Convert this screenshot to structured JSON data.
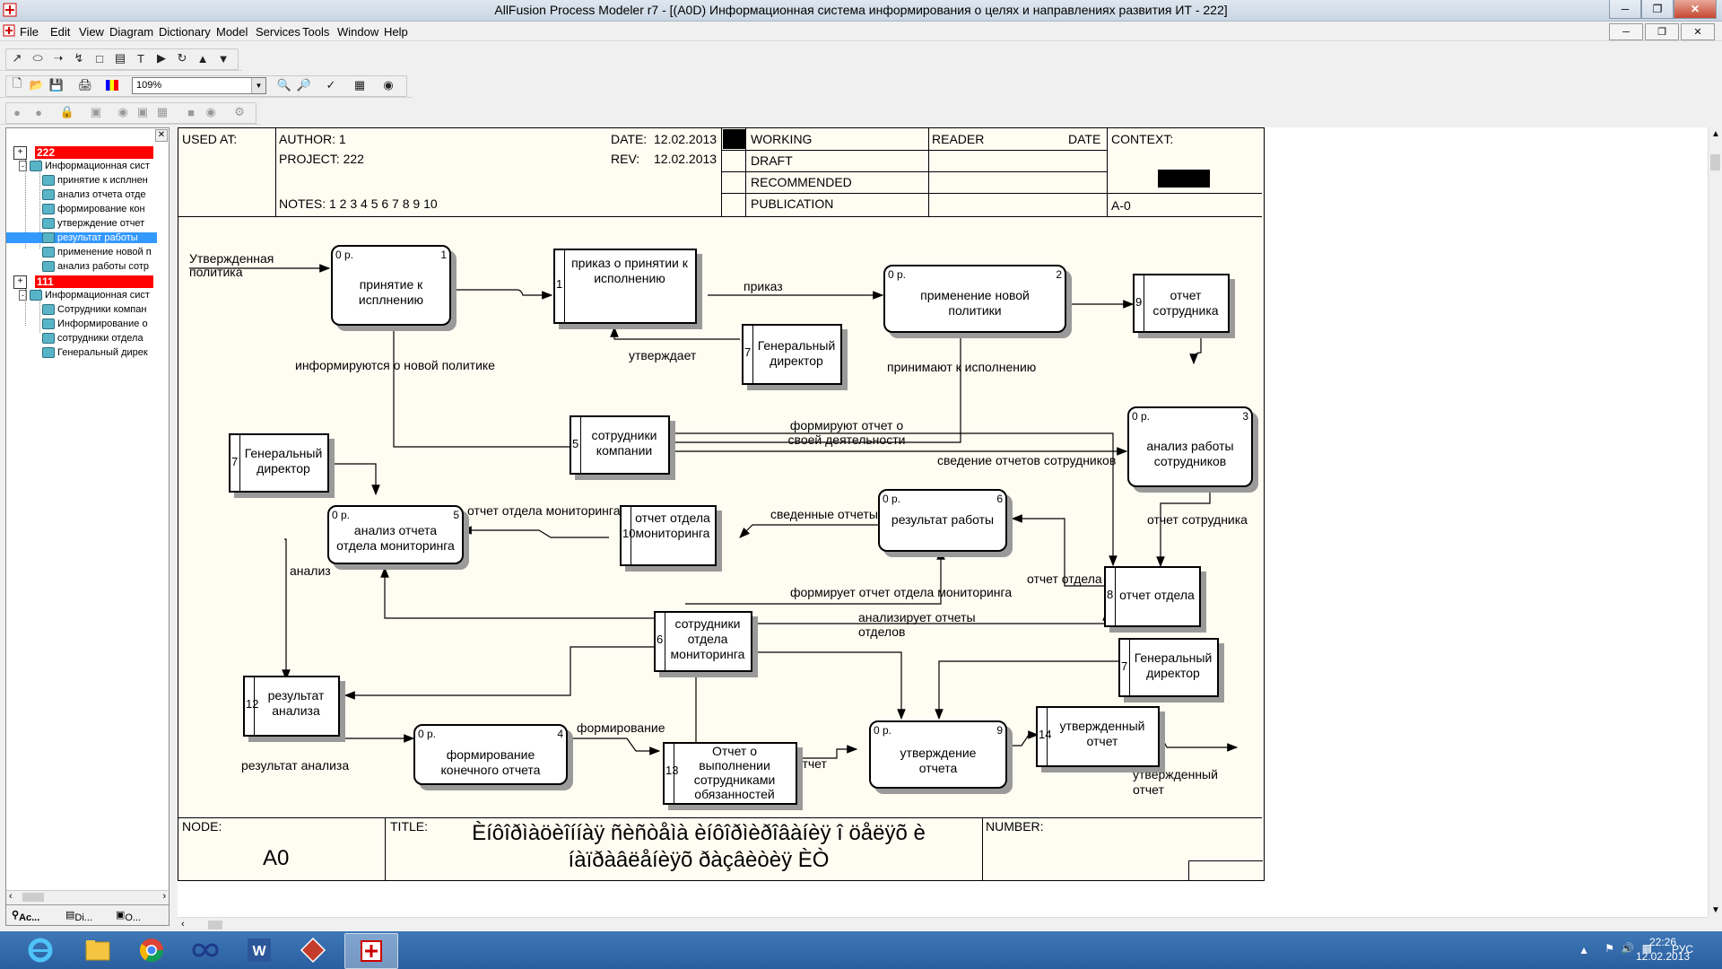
{
  "window": {
    "title": "AllFusion Process Modeler r7 - [(A0D) Информационная система информирования  о целях и направлениях развития ИТ  - 222]"
  },
  "menu": [
    "File",
    "Edit",
    "View",
    "Diagram",
    "Dictionary",
    "Model",
    "Services",
    "Tools",
    "Window",
    "Help"
  ],
  "toolbar": {
    "zoom_value": "109%"
  },
  "tree": {
    "roots": [
      {
        "label": "222",
        "children": [
          "Информационная сист",
          "принятие к исплнен",
          "анализ отчета  отде",
          "формирование  кон",
          "утверждение  отчет",
          "результат работы",
          "применение новой п",
          "анализ работы сотр"
        ]
      },
      {
        "label": "111",
        "children": [
          "Информационная сист",
          "Сотрудники компан",
          "Информирование о",
          "сотрудники отдела",
          "Генеральный дирек"
        ]
      }
    ],
    "selected": "результат работы",
    "tabs": [
      "Ac...",
      "Di...",
      "O..."
    ]
  },
  "header": {
    "used_at": "USED AT:",
    "author": "AUTHOR:  1",
    "project": "PROJECT:  222",
    "date_label": "DATE:",
    "date_value": "12.02.2013",
    "rev_label": "REV:",
    "rev_value": "12.02.2013",
    "notes": "NOTES:  1  2  3  4  5  6  7  8  9  10",
    "working": "WORKING",
    "draft": "DRAFT",
    "recommended": "RECOMMENDED",
    "publication": "PUBLICATION",
    "reader": "READER",
    "date2": "DATE",
    "context": "CONTEXT:",
    "context_id": "A-0"
  },
  "footer": {
    "node_label": "NODE:",
    "node_value": "A0",
    "title_label": "TITLE:",
    "title_line1": "Èíôîðìàöèîííàÿ ñèñòåìà èíôîðìèðîâàíèÿ  î öåëÿõ è",
    "title_line2": "íàïðàâëåíèÿõ ðàçâèòèÿ ÈÒ",
    "number_label": "NUMBER:"
  },
  "processes": [
    {
      "id": "p1",
      "cost": "0 р.",
      "num": "1",
      "label": "принятие к исплнению"
    },
    {
      "id": "p2",
      "cost": "0 р.",
      "num": "2",
      "label": "применение новой политики"
    },
    {
      "id": "p3",
      "cost": "0 р.",
      "num": "3",
      "label": "анализ работы сотрудников"
    },
    {
      "id": "p5",
      "cost": "0 р.",
      "num": "5",
      "label": "анализ отчета отдела мониторинга"
    },
    {
      "id": "p6",
      "cost": "0 р.",
      "num": "6",
      "label": "результат работы"
    },
    {
      "id": "p4",
      "cost": "0 р.",
      "num": "4",
      "label": "формирование конечного отчета"
    },
    {
      "id": "p9",
      "cost": "0 р.",
      "num": "9",
      "label": "утверждение отчета"
    }
  ],
  "stores": [
    {
      "id": "s1",
      "num": "1",
      "label": "приказ о принятии к исполнению"
    },
    {
      "id": "s7a",
      "num": "7",
      "label": "Генеральный директор"
    },
    {
      "id": "s9",
      "num": "9",
      "label": "отчет сотрудника"
    },
    {
      "id": "s5",
      "num": "5",
      "label": "сотрудники компании"
    },
    {
      "id": "s7b",
      "num": "7",
      "label": "Генеральный директор"
    },
    {
      "id": "s10",
      "num": "10",
      "label": "отчет отдела мониторинга"
    },
    {
      "id": "s8",
      "num": "8",
      "label": "отчет отдела"
    },
    {
      "id": "s6",
      "num": "6",
      "label": "сотрудники отдела мониторинга"
    },
    {
      "id": "s7c",
      "num": "7",
      "label": "Генеральный директор"
    },
    {
      "id": "s12",
      "num": "12",
      "label": "результат анализа"
    },
    {
      "id": "s13",
      "num": "13",
      "label": "Отчет о выполнении сотрудниками обязанностей"
    },
    {
      "id": "s14",
      "num": "14",
      "label": "утвержденный отчет"
    }
  ],
  "arrow_labels": {
    "policy": "Утвержденная политика",
    "prikaz": "приказ",
    "utverzhdaet": "утверждает",
    "informiruyutsya": "информируются о новой политике",
    "prinimayut": "принимают к исполнению",
    "formiruyut": "формируют отчет о своей деятельности",
    "svedenie": "сведение отчетов сотрудников",
    "otchet_sotr": "отчет сотрудника",
    "otchet_otd_mon": "отчет отдела мониторинга",
    "svedennye": "сведенные отчеты",
    "analiz": "анализ",
    "otchet_otdela": "отчет отдела",
    "formiruet": "формирует отчет отдела мониторинга",
    "analiziruet": "анализирует отчеты отделов",
    "formirovanie": "формирование",
    "rezultat_analiza": "результат анализа",
    "otchet": "отчет",
    "utv_otchet": "утвержденный отчет"
  },
  "tray": {
    "lang": "РУС",
    "time": "22:26",
    "date": "12.02.2013"
  }
}
